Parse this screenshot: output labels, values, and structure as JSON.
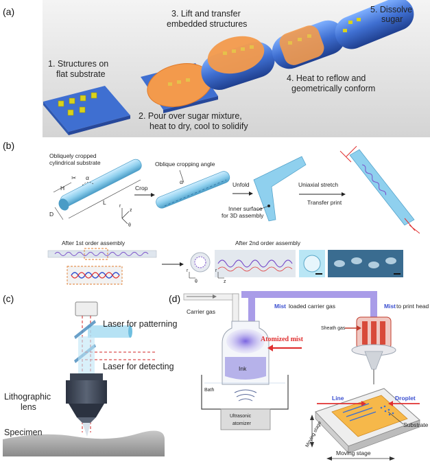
{
  "panel_a": {
    "label": "(a)",
    "steps": {
      "s1": [
        "1. Structures on",
        "flat substrate"
      ],
      "s2": [
        "2. Pour over sugar mixture,",
        "heat to dry, cool to solidify"
      ],
      "s3": [
        "3. Lift and transfer",
        "embedded structures"
      ],
      "s4": [
        "4. Heat to reflow and",
        "geometrically conform"
      ],
      "s5": [
        "5. Dissolve",
        "sugar"
      ]
    }
  },
  "panel_b": {
    "label": "(b)",
    "substrate_title": [
      "Obliquely cropped",
      "cylindrical substrate"
    ],
    "oblique_angle": "Oblique cropping angle",
    "alpha": "α",
    "H": "H",
    "L": "L",
    "D": "D",
    "r": "r",
    "z": "z",
    "theta": "θ",
    "crop": "Crop",
    "unfold": "Unfold",
    "uniaxial": "Uniaxial stretch",
    "transfer": "Transfer print",
    "inner_surface": [
      "Inner surface",
      "for 3D assembly"
    ],
    "first_order": "After 1st order assembly",
    "second_order": "After 2nd order assembly"
  },
  "panel_c": {
    "label": "(c)",
    "laser_patterning": "Laser for patterning",
    "laser_detecting": "Laser for detecting",
    "lens": [
      "Lithographic",
      "lens"
    ],
    "specimen": "Specimen"
  },
  "panel_d": {
    "label": "(d)",
    "carrier_gas": "Carrier gas",
    "mist": "Mist",
    "loaded_carrier": "loaded carrier gas",
    "to_print_head": "to print head",
    "atomized_mist": "Atomized mist",
    "sheath_gas": "Sheath gas",
    "ink": "Ink",
    "bath": "Bath",
    "ultrasonic": [
      "Ultrasonic",
      "atomizer"
    ],
    "line": "Line",
    "droplet": "Droplet",
    "substrate": "Substrate",
    "moving_stage": "Moving stage",
    "moving_stage2": "Moving stage"
  },
  "colors": {
    "blue": "#3f6fd1",
    "orange": "#f39a4c",
    "yellow": "#d9d21c",
    "red": "#e03030",
    "mist": "#9b8ee0",
    "lightblue": "#8fd0ee"
  }
}
